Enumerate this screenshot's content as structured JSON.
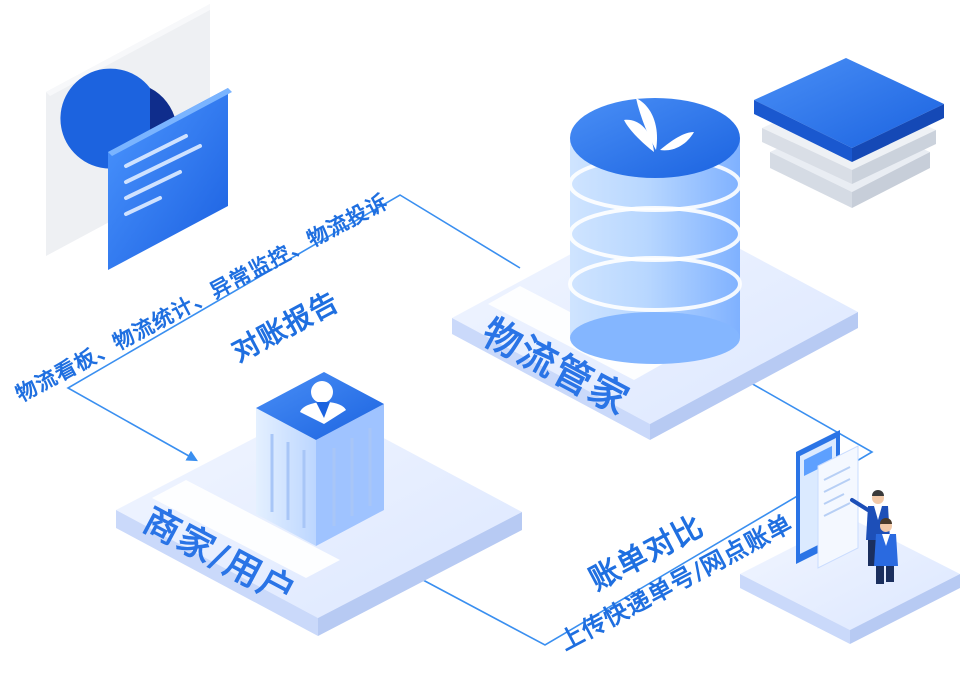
{
  "nodes": {
    "wuliu_guanjia": "物流管家",
    "shangjia_yonghu": "商家/用户"
  },
  "edges": {
    "report_features": "物流看板、物流统计、异常监控、物流投诉",
    "report_title": "对账报告",
    "compare_title": "账单对比",
    "compare_detail": "上传快递单号/网点账单"
  },
  "colors": {
    "primary": "#2b7cf0",
    "line": "#3a8ff0",
    "plate": "#e6efff",
    "plate_side": "#cfdcfb",
    "cylinder": "#b6d8ff"
  },
  "icons": {
    "logo": "v-logo-icon",
    "report": "report-document-icon",
    "user": "user-avatar-icon",
    "layers": "stacked-layers-icon",
    "people": "people-with-phone-icon"
  }
}
